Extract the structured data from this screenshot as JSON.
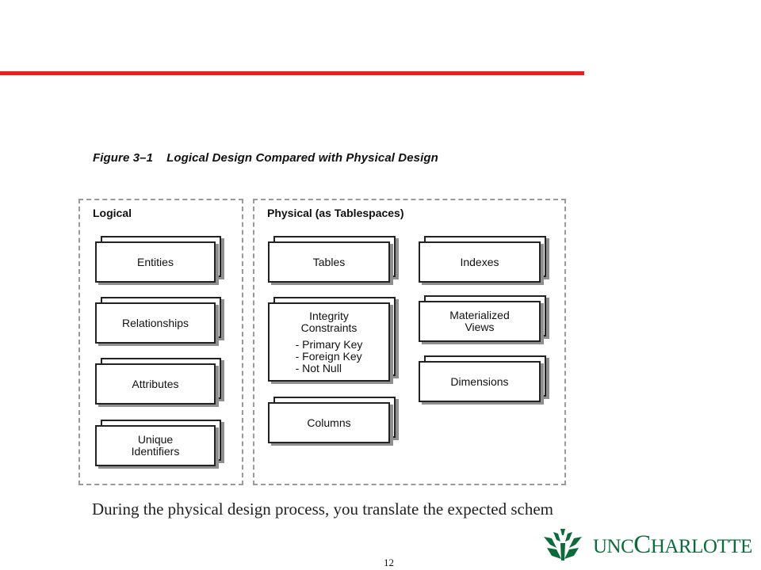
{
  "figure": {
    "caption": "Figure 3–1    Logical Design Compared with Physical Design",
    "logical": {
      "title": "Logical",
      "boxes": [
        {
          "lines": [
            "Entities"
          ]
        },
        {
          "lines": [
            "Relationships"
          ]
        },
        {
          "lines": [
            "Attributes"
          ]
        },
        {
          "lines": [
            "Unique",
            "Identifiers"
          ]
        }
      ]
    },
    "physical": {
      "title": "Physical (as Tablespaces)",
      "tables": "Tables",
      "integrity": {
        "lines": [
          "Integrity",
          "Constraints"
        ],
        "items": [
          "- Primary Key",
          "- Foreign Key",
          "- Not Null"
        ]
      },
      "columns": "Columns",
      "indexes": "Indexes",
      "mviews": {
        "lines": [
          "Materialized",
          "Views"
        ]
      },
      "dimensions": "Dimensions"
    }
  },
  "body_text": "During the physical design process, you translate the expected schem",
  "page_number": "12",
  "logo": {
    "text_a": "UNC",
    "text_b": "C",
    "text_c": "HARLOTTE",
    "color": "#0b6b3a"
  },
  "accent_color": "#e8201a"
}
